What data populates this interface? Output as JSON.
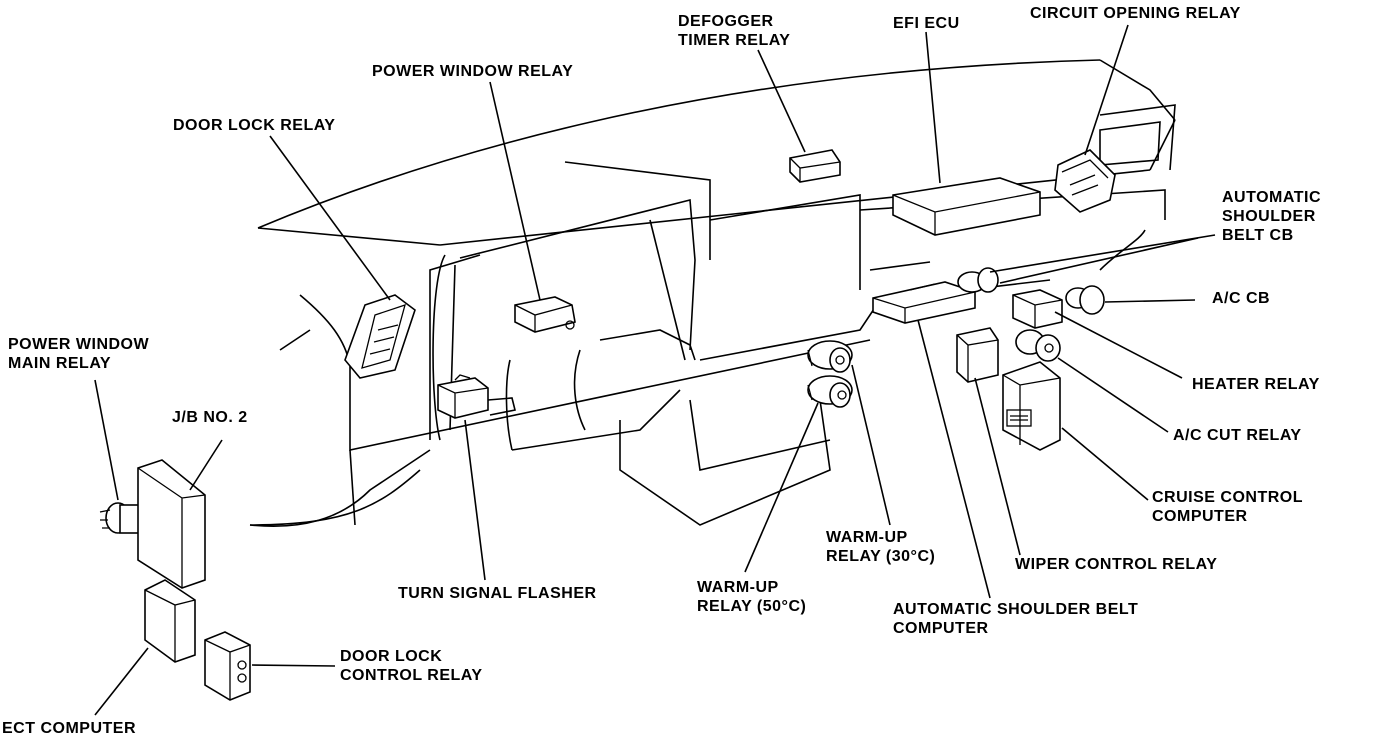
{
  "labels": {
    "defogger_timer_relay": [
      "DEFOGGER",
      "TIMER RELAY"
    ],
    "efi_ecu": "EFI ECU",
    "circuit_opening_relay": "CIRCUIT OPENING RELAY",
    "power_window_relay": "POWER WINDOW RELAY",
    "door_lock_relay": "DOOR LOCK RELAY",
    "automatic_shoulder_belt_cb": [
      "AUTOMATIC",
      "SHOULDER",
      "BELT CB"
    ],
    "ac_cb": "A/C CB",
    "power_window_main_relay": [
      "POWER WINDOW",
      "MAIN RELAY"
    ],
    "heater_relay": "HEATER RELAY",
    "jb_no2": "J/B NO. 2",
    "ac_cut_relay": "A/C CUT RELAY",
    "cruise_control_computer": [
      "CRUISE CONTROL",
      "COMPUTER"
    ],
    "warm_up_relay_30": [
      "WARM-UP",
      "RELAY (30°C)"
    ],
    "wiper_control_relay": "WIPER CONTROL RELAY",
    "turn_signal_flasher": "TURN SIGNAL FLASHER",
    "warm_up_relay_50": [
      "WARM-UP",
      "RELAY (50°C)"
    ],
    "automatic_shoulder_belt_computer": [
      "AUTOMATIC SHOULDER BELT",
      "COMPUTER"
    ],
    "door_lock_control_relay": [
      "DOOR LOCK",
      "CONTROL RELAY"
    ],
    "ect_computer": "ECT COMPUTER"
  }
}
